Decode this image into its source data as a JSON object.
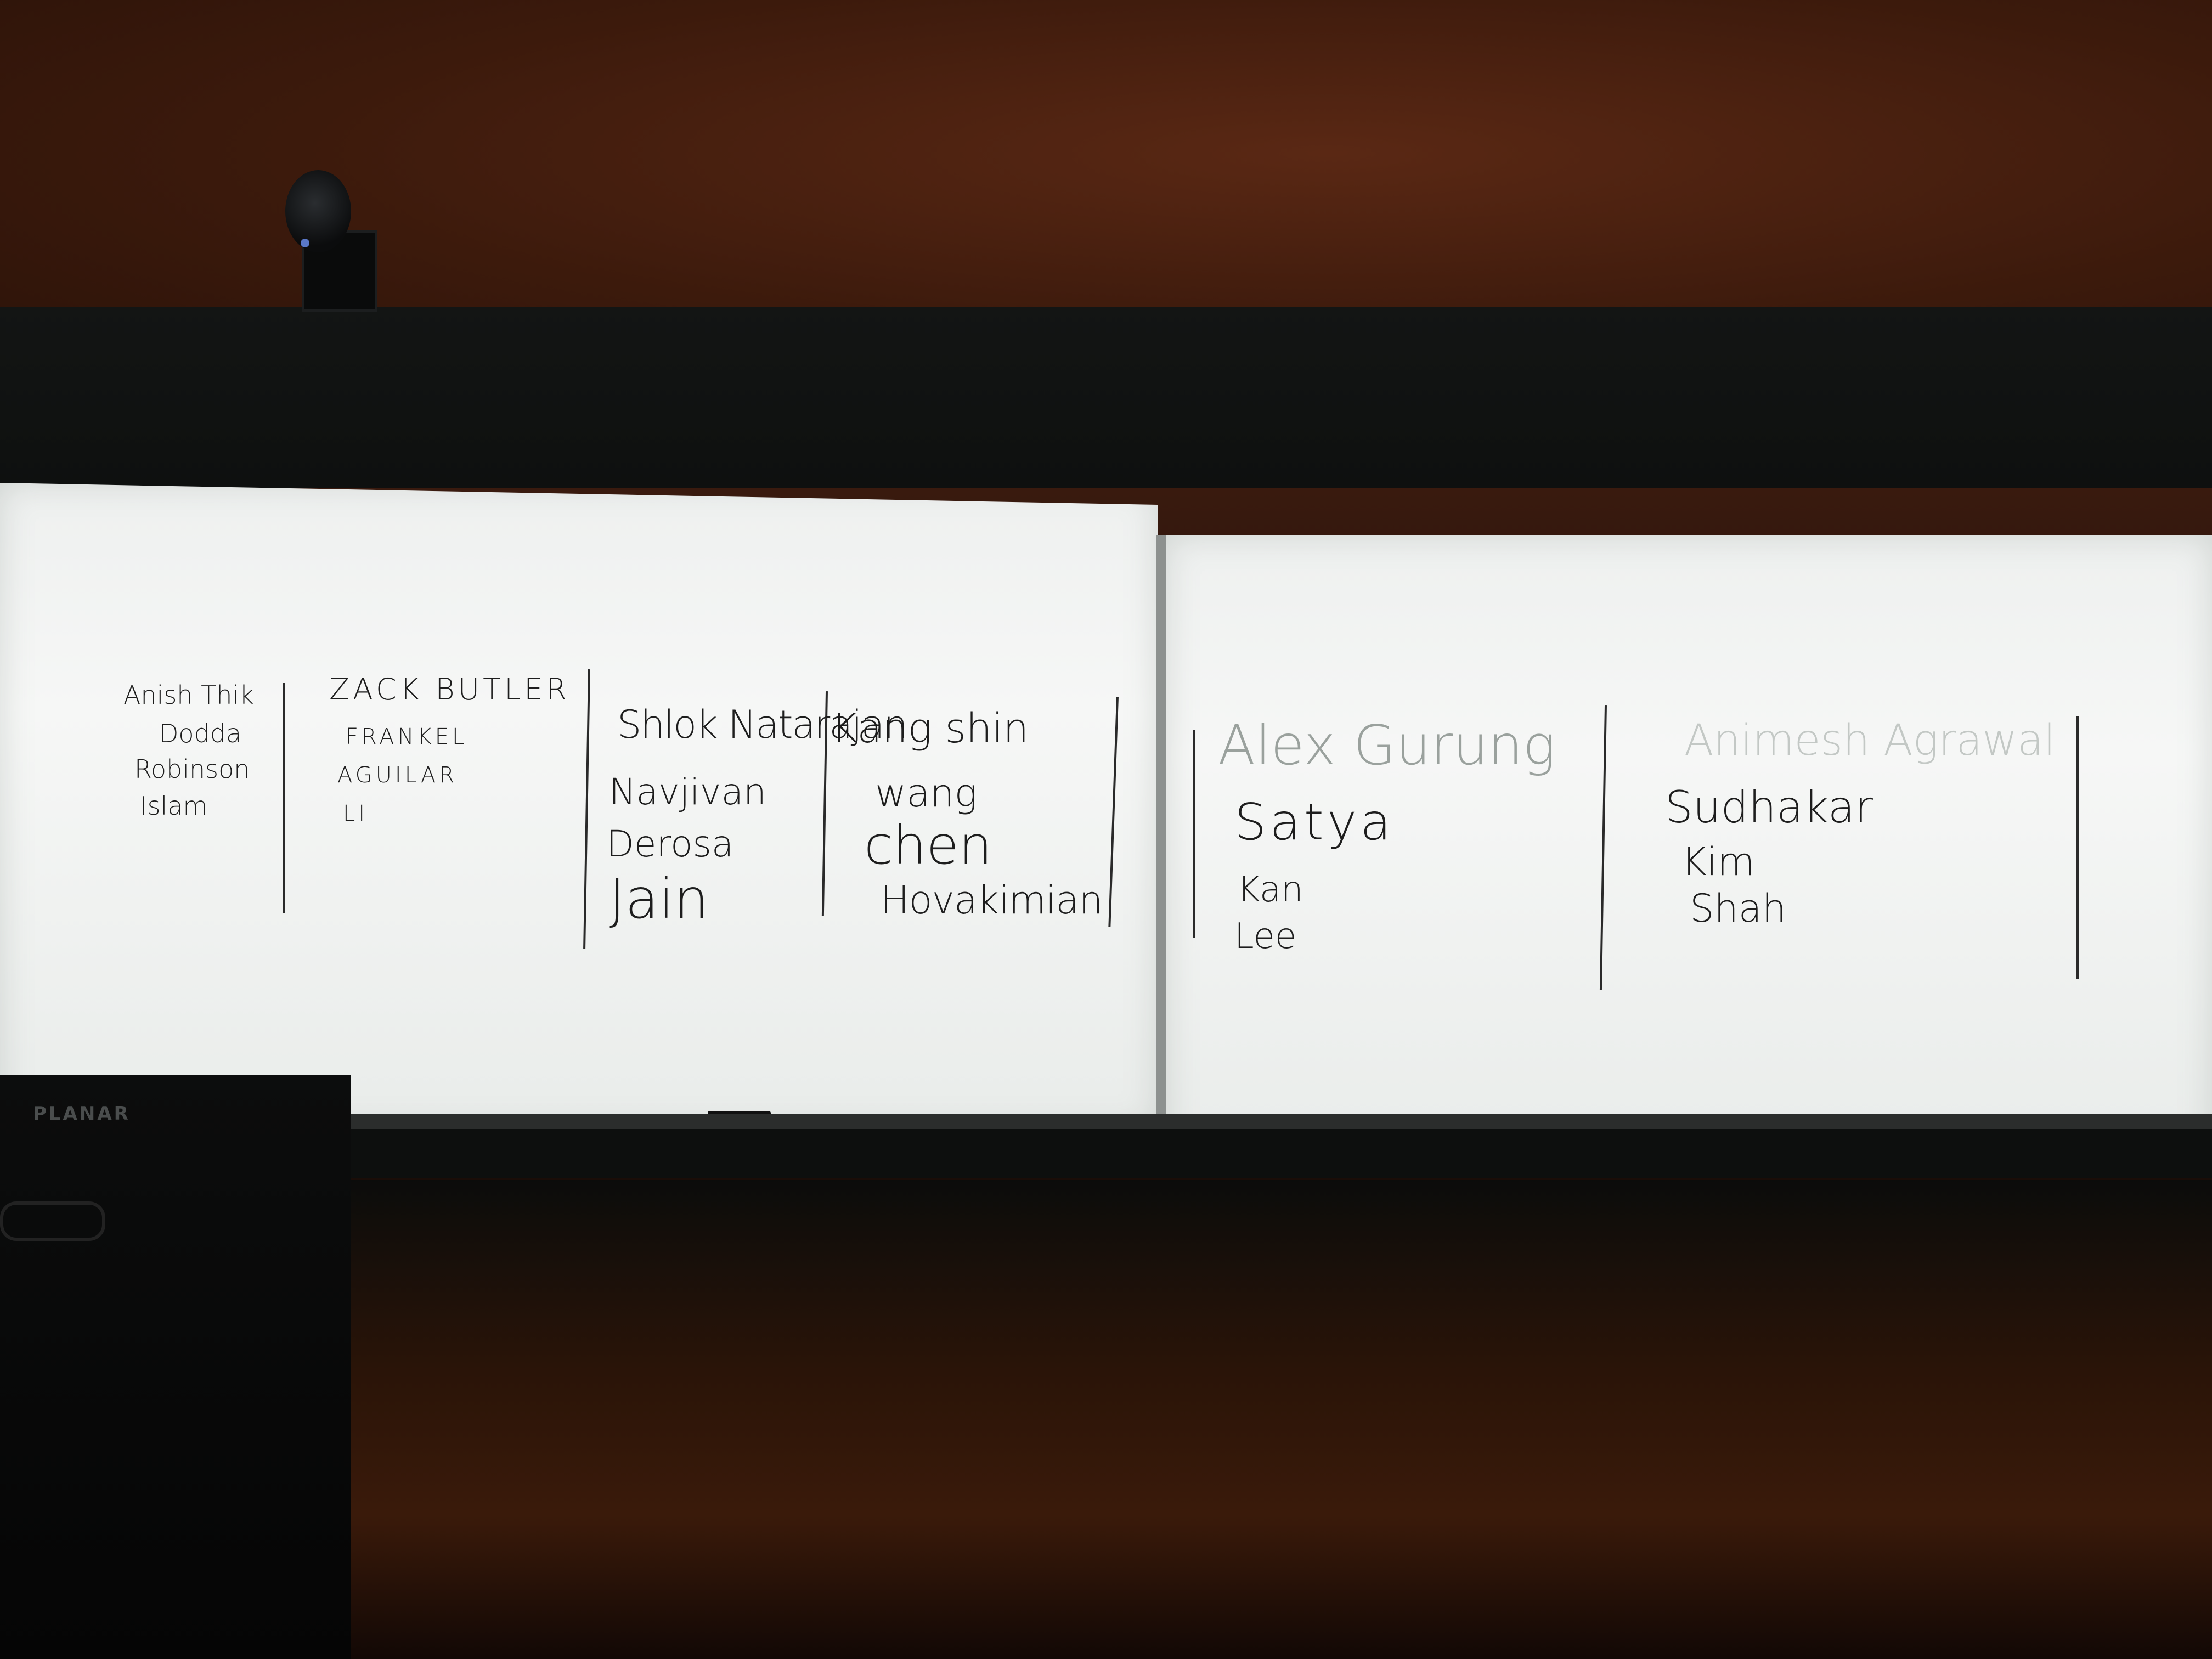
{
  "board_left": {
    "col1": [
      "Anish Thik",
      "Dodda",
      "Robinson",
      "Islam"
    ],
    "col2_header": "ZACK BUTLER",
    "col2": [
      "FRANKEL",
      "AGUILAR",
      "LI"
    ],
    "col3_header": "Shlok Natarajan",
    "col3": [
      "Navjivan",
      "Derosa",
      "Jain"
    ],
    "col4_header": "Kang shin",
    "col4": [
      "wang",
      "chen",
      "Hovakimian"
    ]
  },
  "board_right": {
    "col5_header": "Alex Gurung",
    "col5": [
      "Satya",
      "Kan",
      "Lee"
    ],
    "col6_header": "Animesh Agrawal",
    "col6": [
      "Sudhakar",
      "Kim",
      "Shah"
    ]
  },
  "monitor": {
    "brand": "PLANAR"
  }
}
